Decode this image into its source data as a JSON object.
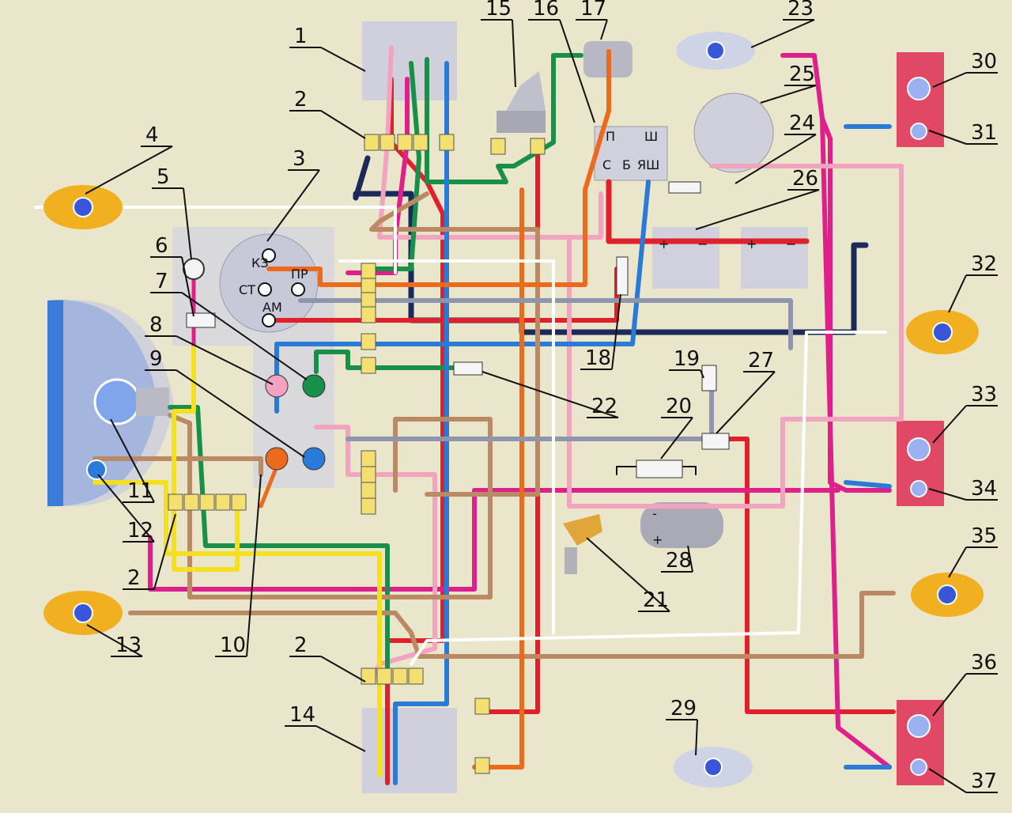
{
  "diagram": {
    "callouts": [
      "1",
      "2",
      "3",
      "4",
      "5",
      "6",
      "7",
      "8",
      "9",
      "10",
      "11",
      "12",
      "13",
      "14",
      "15",
      "16",
      "17",
      "18",
      "19",
      "20",
      "21",
      "22",
      "23",
      "24",
      "25",
      "26",
      "27",
      "28",
      "29",
      "30",
      "31",
      "32",
      "33",
      "34",
      "35",
      "36",
      "37"
    ],
    "callout_2_repeats": [
      "2",
      "2",
      "2"
    ],
    "ignition_switch_terminals": {
      "ks": "КЗ",
      "st": "СТ",
      "pr": "ПР",
      "am": "АМ"
    },
    "regulator_terminals": {
      "p": "П",
      "sh": "Ш",
      "s": "С",
      "b": "Б",
      "yash": "ЯШ"
    },
    "battery_signs": {
      "plus": "+",
      "minus": "−"
    },
    "coil_signs": {
      "minus": "-",
      "plus": "+"
    },
    "colors": {
      "background": "#e9e6cc",
      "red": "#e0202a",
      "pink": "#f2a3bf",
      "magenta": "#e0208a",
      "green": "#18904a",
      "darkblue": "#1c2a5a",
      "blue": "#2a7ad8",
      "brown": "#b98a64",
      "yellow": "#f4e020",
      "orange": "#ec6a1c",
      "grey": "#8d96ac",
      "lamp_orange": "#f0b020",
      "lamp_blue": "#3a56d8",
      "lamp_pink": "#e04866",
      "headlight": "#3a7ad8"
    }
  }
}
